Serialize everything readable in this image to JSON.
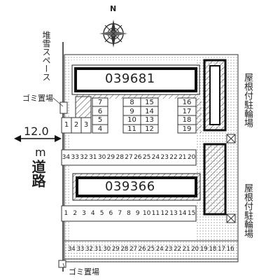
{
  "compass": {
    "north_label": "N"
  },
  "road": {
    "width": "12.0",
    "unit": "m",
    "label": "道路"
  },
  "snow_space_label": "堆雪スペース",
  "garbage_upper_label": "ゴミ置場",
  "garbage_lower_label": "ゴミ置場",
  "carport_upper_label": "屋根付駐輪場",
  "carport_lower_label": "屋根付駐輪場",
  "buildings": [
    {
      "id": "039681"
    },
    {
      "id": "039366"
    }
  ],
  "parking_upper_left_col": [
    "1",
    "2",
    "3"
  ],
  "parking_upper_block_a": [
    "7",
    "6",
    "5",
    "4"
  ],
  "parking_upper_block_b": [
    "8",
    "9",
    "10",
    "11"
  ],
  "parking_upper_block_c": [
    "15",
    "14",
    "13",
    "12"
  ],
  "parking_upper_block_d": [
    "16",
    "17",
    "18",
    "19"
  ],
  "parking_row_mid": [
    "34",
    "33",
    "32",
    "31",
    "30",
    "29",
    "28",
    "27",
    "26",
    "25",
    "24",
    "23",
    "22",
    "21",
    "20"
  ],
  "parking_row_lower": [
    "1",
    "2",
    "3",
    "4",
    "5",
    "6",
    "7",
    "8",
    "9",
    "10",
    "11",
    "12",
    "13",
    "14",
    "15"
  ],
  "parking_row_bottom": [
    "34",
    "33",
    "32",
    "31",
    "30",
    "29",
    "28",
    "27",
    "26",
    "25",
    "24",
    "23",
    "22",
    "21",
    "20",
    "19",
    "18",
    "17",
    "16"
  ],
  "colors": {
    "line": "#222222",
    "hatch": "#555555",
    "dotted_area": "#d9d9d9"
  }
}
